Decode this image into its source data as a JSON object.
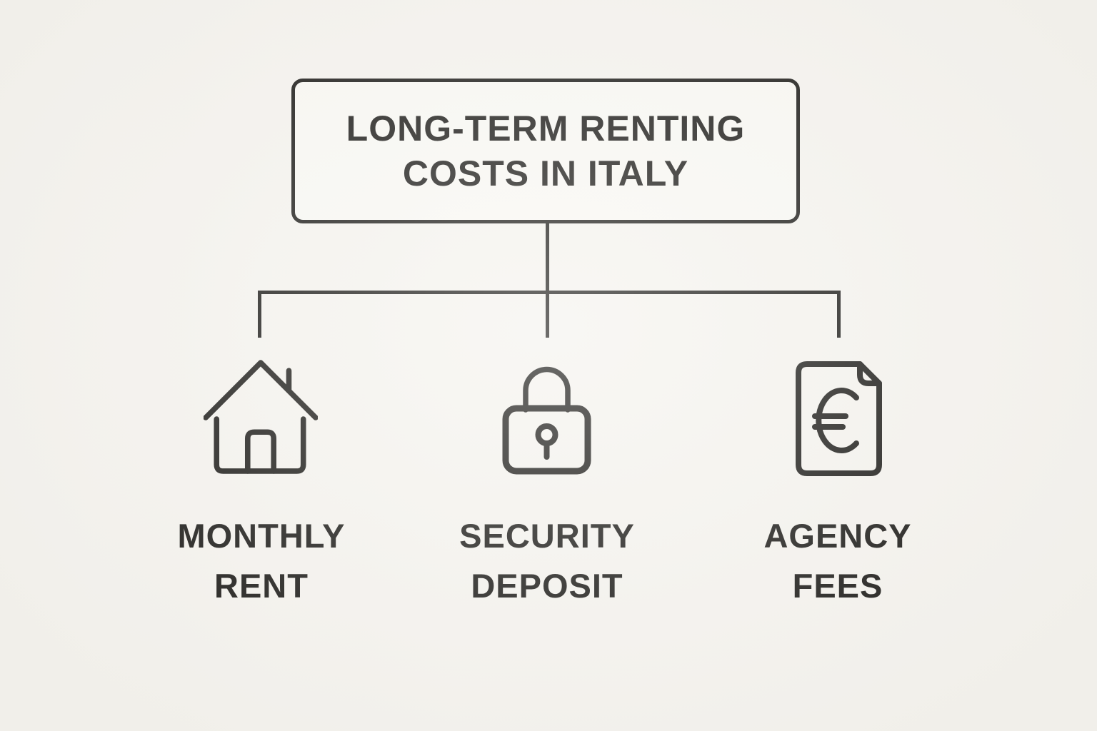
{
  "palette": {
    "background": "#f5f3ee",
    "box_fill": "#f9f8f3",
    "ink": "#1f1e1b"
  },
  "diagram": {
    "root": {
      "title_line1": "LONG-TERM RENTING",
      "title_line2": "COSTS IN ITALY"
    },
    "branches": [
      {
        "id": "monthly-rent",
        "icon": "house-icon",
        "label_line1": "MONTHLY",
        "label_line2": "RENT"
      },
      {
        "id": "security-deposit",
        "icon": "padlock-icon",
        "label_line1": "SECURITY",
        "label_line2": "DEPOSIT"
      },
      {
        "id": "agency-fees",
        "icon": "euro-document-icon",
        "label_line1": "AGENCY",
        "label_line2": "FEES"
      }
    ]
  }
}
